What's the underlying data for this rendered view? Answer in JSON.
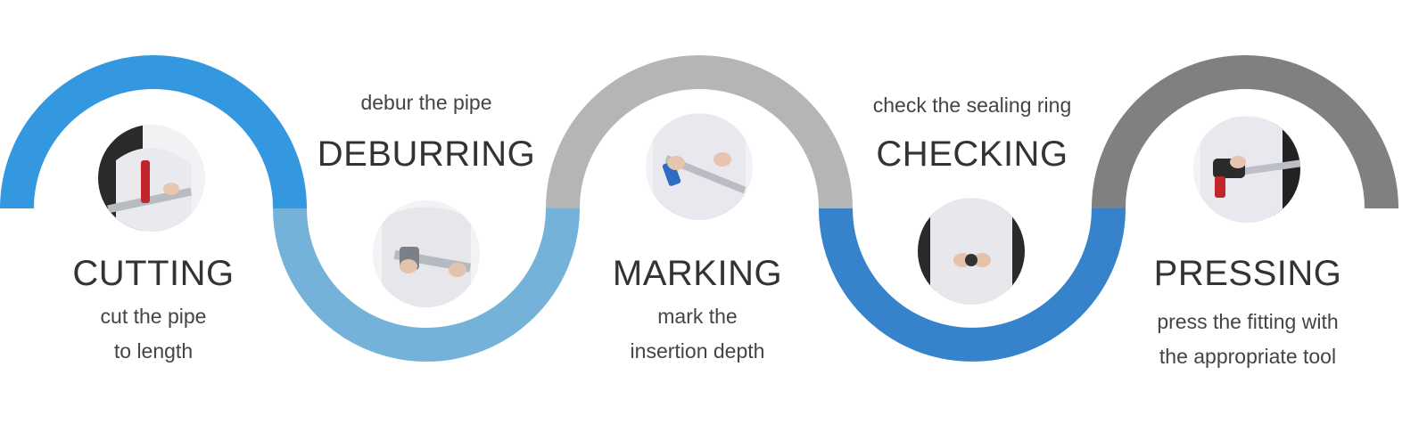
{
  "steps": [
    {
      "title": "CUTTING",
      "desc_lines": [
        "cut the pipe",
        "to length"
      ],
      "photo_icon": "pipe-cutter-photo-icon"
    },
    {
      "title": "DEBURRING",
      "desc_lines": [
        "debur the pipe"
      ],
      "photo_icon": "deburring-tool-photo-icon"
    },
    {
      "title": "MARKING",
      "desc_lines": [
        "mark the",
        "insertion depth"
      ],
      "photo_icon": "marker-pen-photo-icon"
    },
    {
      "title": "CHECKING",
      "desc_lines": [
        "check the sealing ring"
      ],
      "photo_icon": "sealing-ring-photo-icon"
    },
    {
      "title": "PRESSING",
      "desc_lines": [
        "press the fitting with",
        "the appropriate tool"
      ],
      "photo_icon": "press-tool-photo-icon"
    }
  ],
  "colors": {
    "blue": "#3498e0",
    "light_blue": "#74b2d9",
    "light_gray": "#b5b5b5",
    "mid_blue": "#3683cc",
    "dark_gray": "#808080",
    "text": "#333333"
  }
}
